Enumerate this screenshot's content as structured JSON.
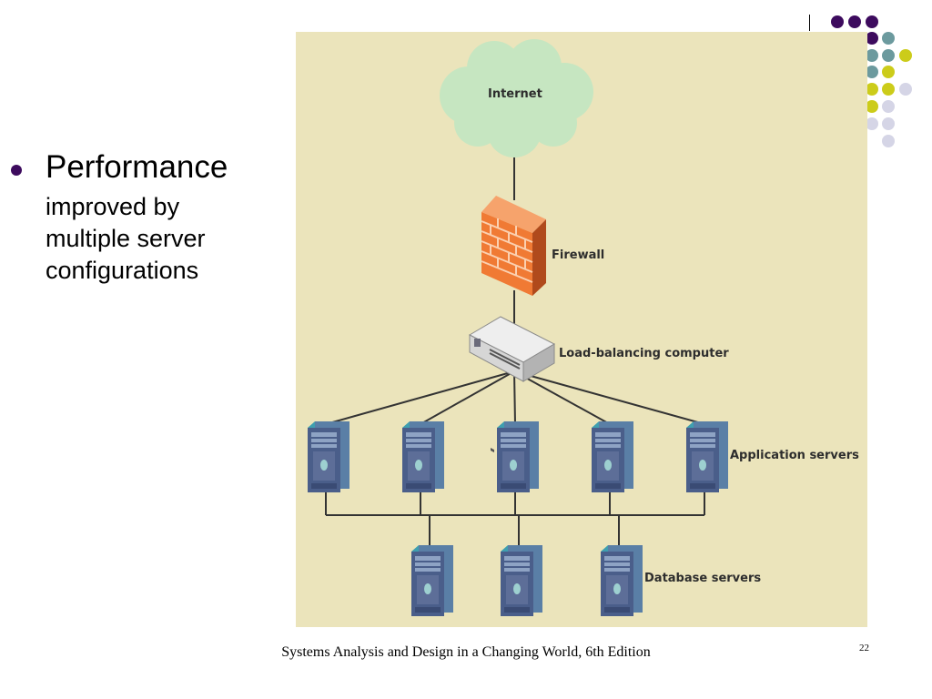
{
  "slide": {
    "bullet": {
      "heading": "Performance",
      "lines": [
        "improved by",
        "multiple server",
        "configurations"
      ]
    },
    "footer": "Systems Analysis and Design in a Changing World, 6th Edition",
    "page_number": "22"
  },
  "diagram": {
    "labels": {
      "internet": "Internet",
      "firewall": "Firewall",
      "load_balancer": "Load-balancing computer",
      "app_servers": "Application servers",
      "db_servers": "Database servers"
    },
    "application_server_count": 5,
    "database_server_count": 3
  },
  "colors": {
    "accent_purple": "#3d0b5e",
    "accent_teal": "#6c9a9e",
    "accent_yellow": "#cccc1a",
    "accent_lavender": "#d5d5e6",
    "panel_background": "#ebe4bb",
    "cloud_fill": "#c6e6c1",
    "firewall_orange": "#f07a34"
  },
  "icons": [
    "cloud-icon",
    "firewall-icon",
    "network-switch-icon",
    "tower-server-icon"
  ]
}
